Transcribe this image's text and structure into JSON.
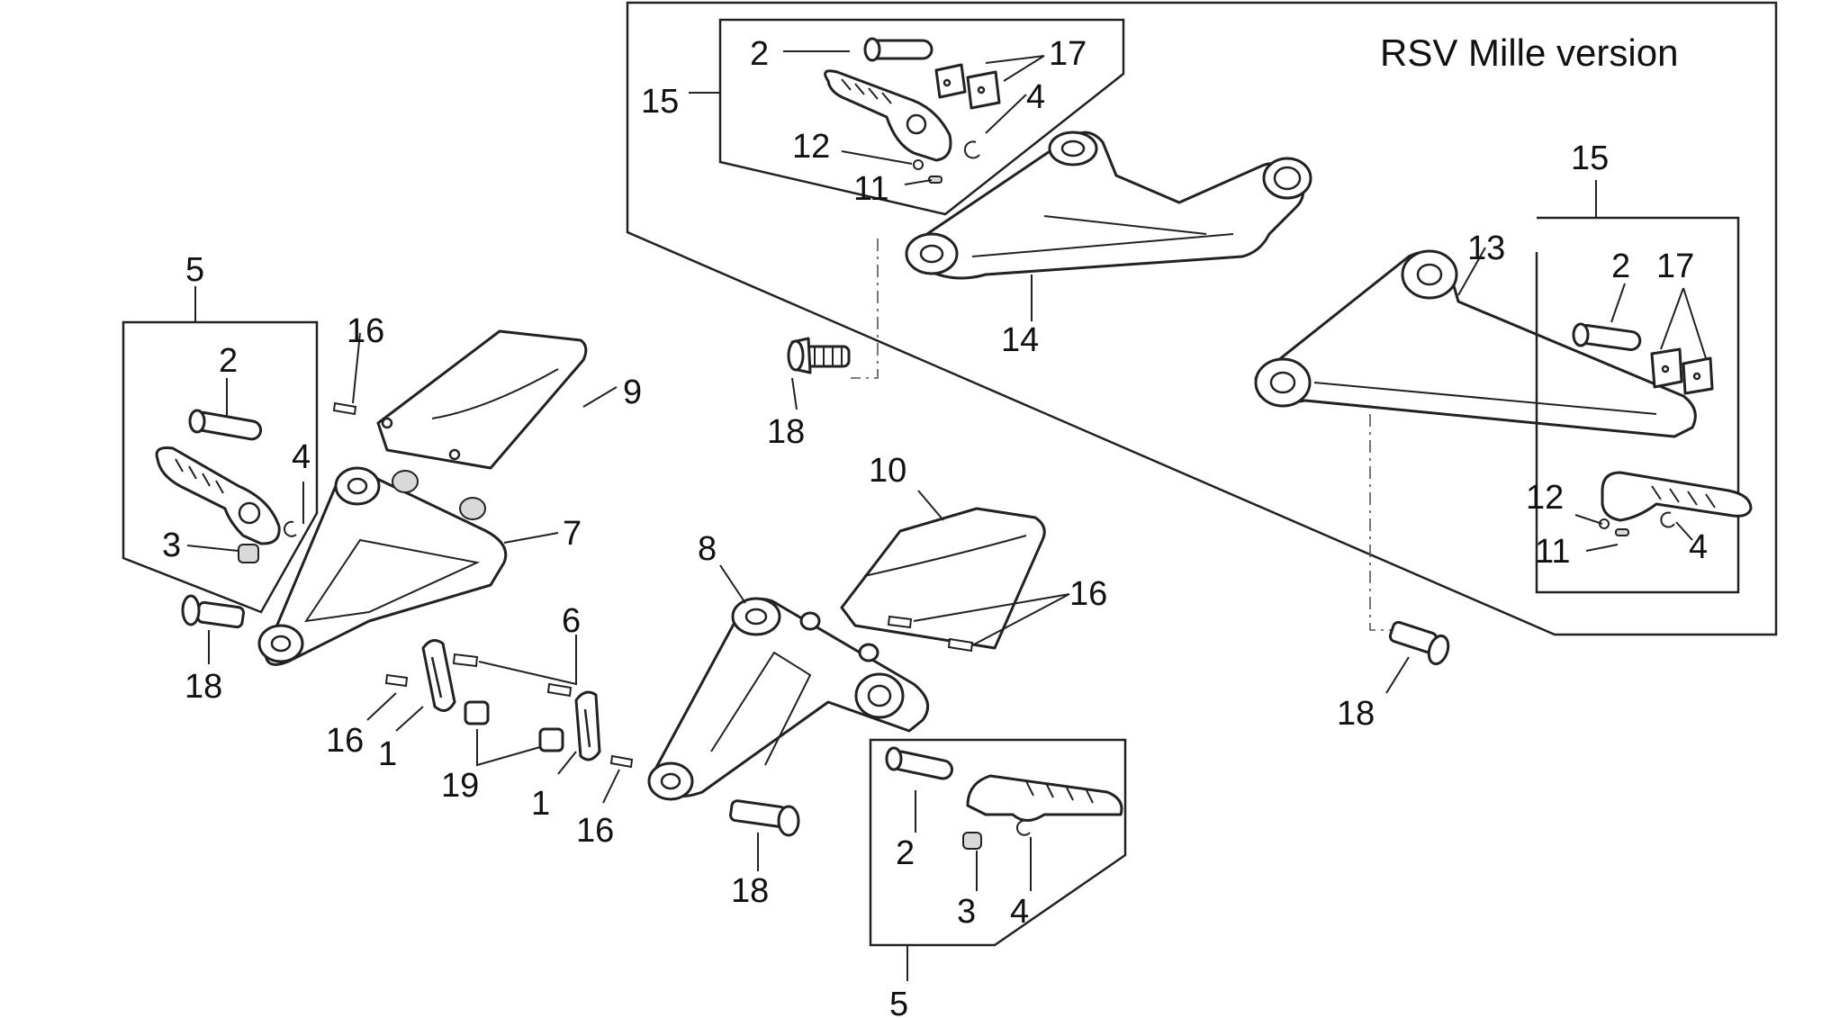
{
  "version_title": "RSV Mille version",
  "labels": {
    "l5a": "5",
    "l2a": "2",
    "l16a": "16",
    "l9": "9",
    "l4a": "4",
    "l3a": "3",
    "l7": "7",
    "l18a": "18",
    "l6": "6",
    "l16b": "16",
    "l1a": "1",
    "l19": "19",
    "l1b": "1",
    "l16c": "16",
    "l8": "8",
    "l10": "10",
    "l16d": "16",
    "l18b": "18",
    "l2b": "2",
    "l3b": "3",
    "l4b": "4",
    "l5b": "5",
    "l15a": "15",
    "l2c": "2",
    "l17a": "17",
    "l4c": "4",
    "l12a": "12",
    "l11a": "11",
    "l14": "14",
    "l18c": "18",
    "l15b": "15",
    "l13": "13",
    "l2d": "2",
    "l17b": "17",
    "l12b": "12",
    "l11b": "11",
    "l4d": "4",
    "l18d": "18"
  }
}
